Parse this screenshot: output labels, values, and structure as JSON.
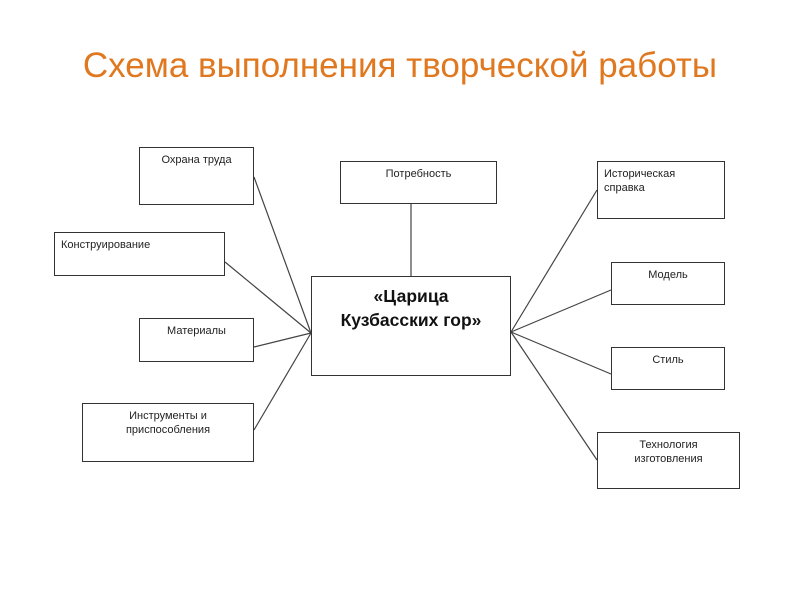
{
  "title": "Схема выполнения творческой работы",
  "colors": {
    "title": "#e0781f",
    "border": "#333333",
    "line": "#444444"
  },
  "diagram": {
    "center": {
      "line1": "«Царица",
      "line2": "Кузбасских гор»"
    },
    "top": "Потребность",
    "left": [
      "Охрана труда",
      "Конструирование",
      "Материалы",
      "Инструменты и приспособления"
    ],
    "right": [
      "Историческая справка",
      "Модель",
      "Стиль",
      "Технология изготовления"
    ]
  }
}
